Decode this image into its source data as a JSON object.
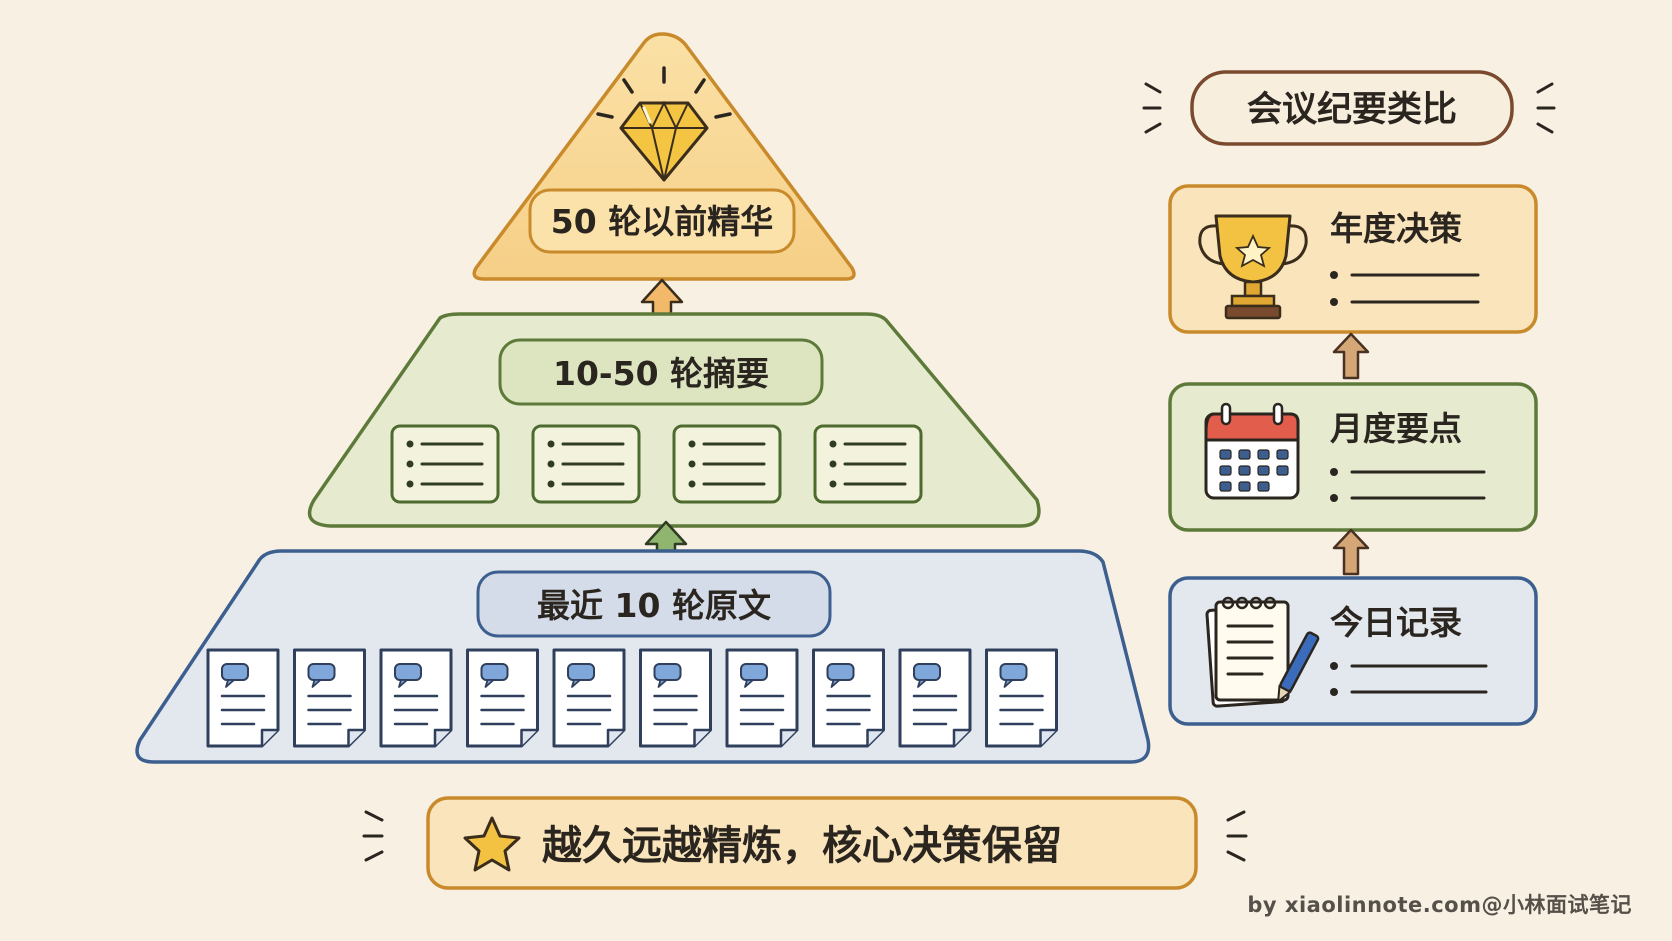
{
  "pyramid": {
    "top_label": "50 轮以前精华",
    "middle_label": "10-50 轮摘要",
    "bottom_label": "最近 10 轮原文",
    "middle_doc_count": 4,
    "bottom_doc_count": 10
  },
  "analogy": {
    "title": "会议纪要类比",
    "items": [
      {
        "label": "年度决策",
        "icon": "trophy-icon"
      },
      {
        "label": "月度要点",
        "icon": "calendar-icon"
      },
      {
        "label": "今日记录",
        "icon": "notepad-icon"
      }
    ]
  },
  "footer": {
    "message": "越久远越精炼，核心决策保留",
    "credit": "by xiaolinnote.com@小林面试笔记"
  },
  "colors": {
    "background": "#f8f1e3",
    "gold": "#f7d793",
    "gold_border": "#c98a2c",
    "green": "#e6ebcf",
    "green_border": "#5e7a3a",
    "blue": "#e3e8ee",
    "blue_border": "#3c5f8f"
  }
}
